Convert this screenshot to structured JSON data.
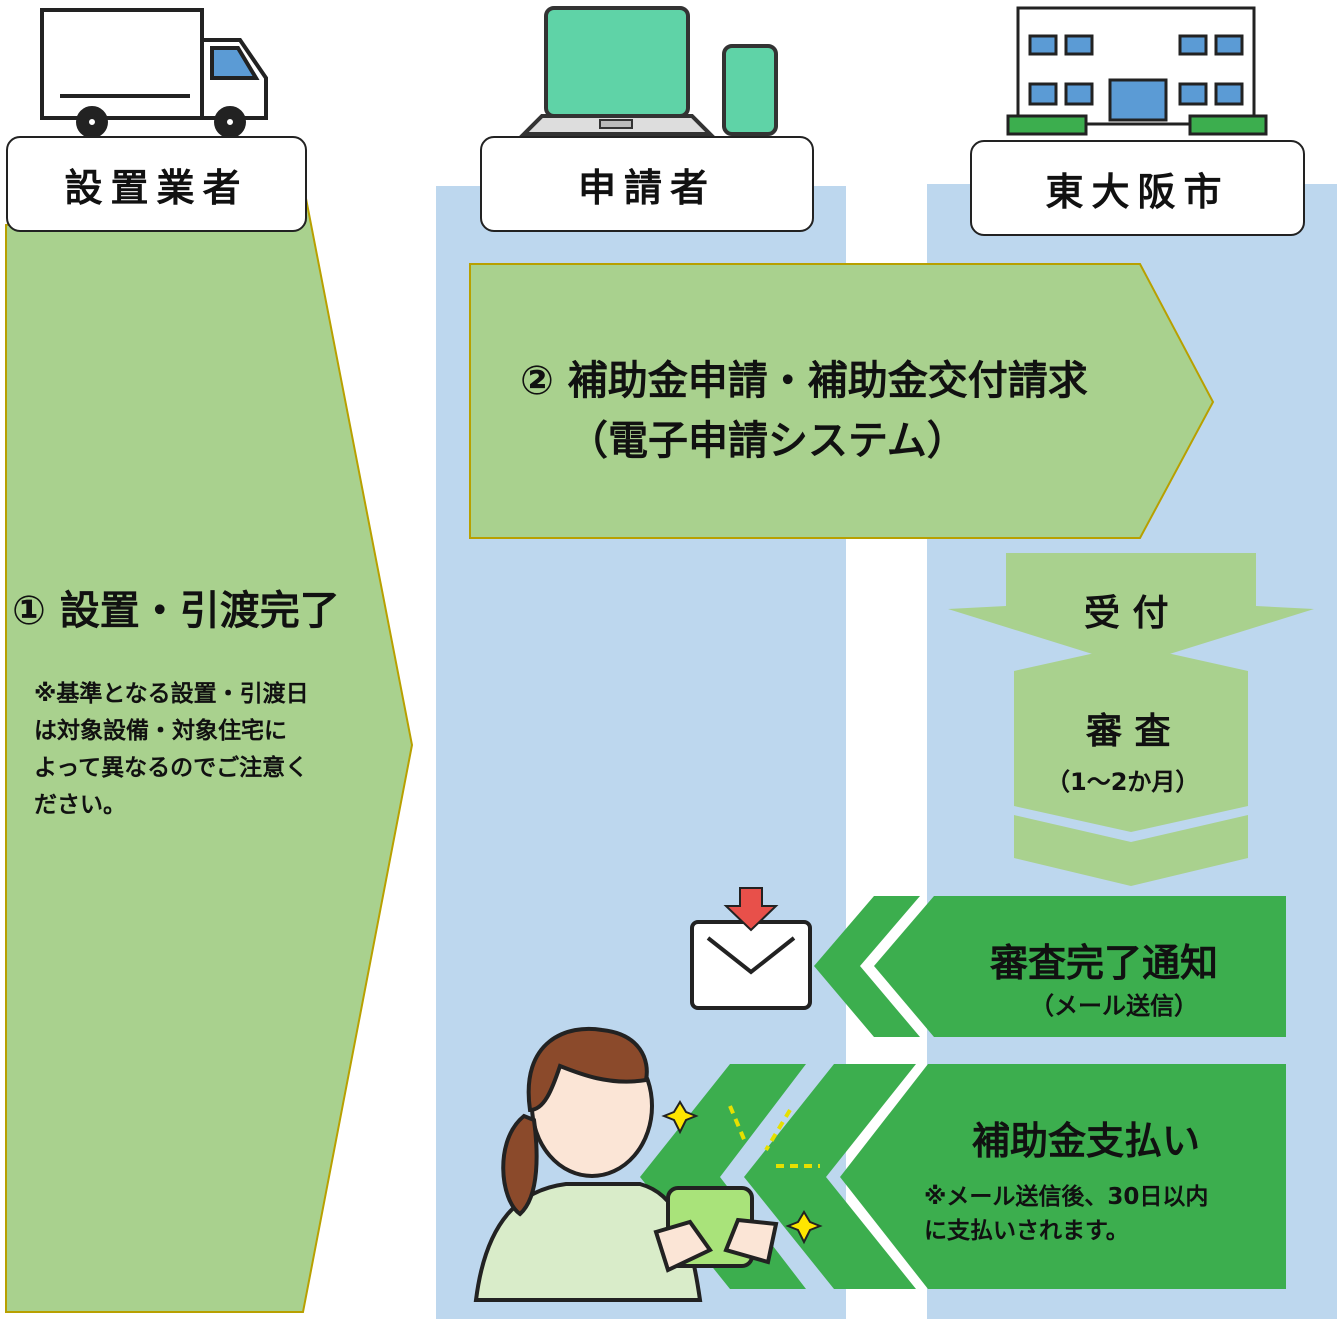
{
  "actors": {
    "installer": "設置業者",
    "applicant": "申請者",
    "city": "東大阪市"
  },
  "step1": {
    "title": "① 設置・引渡完了",
    "note_lines": [
      "※基準となる設置・引渡日",
      "は対象設備・対象住宅に",
      "よって異なるのでご注意く",
      "ださい。"
    ]
  },
  "step2": {
    "line1": "② 補助金申請・補助金交付請求",
    "line2": "（電子申請システム）"
  },
  "reception": "受 付",
  "review": {
    "title": "審 査",
    "duration": "（1～2か月）"
  },
  "notice": {
    "title": "審査完了通知",
    "sub": "（メール送信）"
  },
  "payment": {
    "title": "補助金支払い",
    "note_lines": [
      "※メール送信後、30日以内",
      "に支払いされます。"
    ]
  },
  "colors": {
    "lane_blue": "#bdd7ee",
    "light_green": "#a9d18e",
    "dark_green": "#3cae4e",
    "olive_border": "#b8a000"
  },
  "icons": [
    "truck-icon",
    "laptop-icon",
    "smartphone-icon",
    "city-hall-icon",
    "mail-icon",
    "person-with-phone-icon"
  ]
}
